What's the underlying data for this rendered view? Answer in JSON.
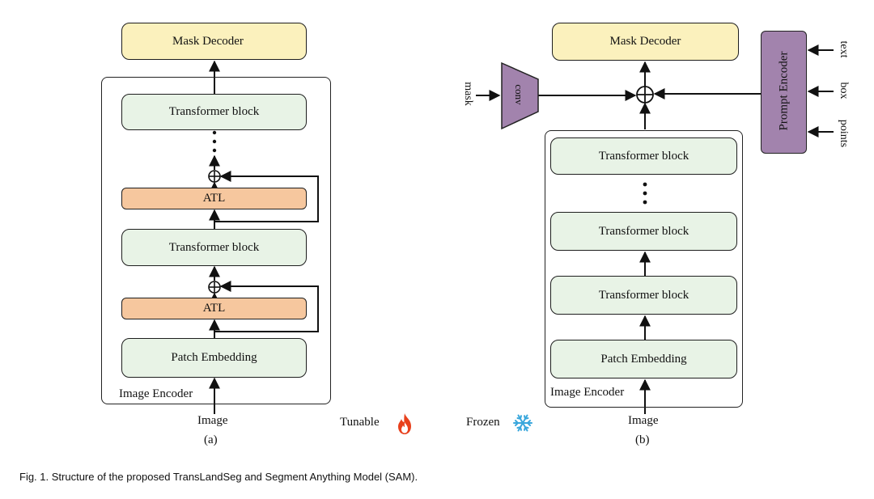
{
  "panel_a": {
    "mask_decoder": "Mask Decoder",
    "encoder_label": "Image Encoder",
    "blocks": {
      "transformer_top": "Transformer block",
      "atl_top": "ATL",
      "transformer_mid": "Transformer block",
      "atl_bottom": "ATL",
      "patch": "Patch Embedding"
    },
    "input": "Image",
    "sub_label": "(a)"
  },
  "panel_b": {
    "mask_decoder": "Mask Decoder",
    "encoder_label": "Image Encoder",
    "blocks": {
      "transformer_top": "Transformer block",
      "transformer_mid": "Transformer block",
      "transformer_low": "Transformer block",
      "patch": "Patch Embedding"
    },
    "conv": "conv",
    "mask_input": "mask",
    "prompt_encoder": "Prompt Encoder",
    "prompt_inputs": [
      "text",
      "box",
      "points"
    ],
    "input": "Image",
    "sub_label": "(b)"
  },
  "legend": {
    "tunable": "Tunable",
    "frozen": "Frozen",
    "tunable_icon": "fire-icon",
    "frozen_icon": "snowflake-icon"
  },
  "colors": {
    "transformer": "#e8f3e6",
    "atl": "#f6c79e",
    "mask_decoder": "#fbf1bd",
    "conv": "#a283ad",
    "prompt_encoder": "#a283ad",
    "fire": "#e8401c",
    "snow": "#3aa7dc"
  },
  "caption": "Fig. 1.  Structure of the proposed TransLandSeg and Segment Anything Model (SAM)."
}
